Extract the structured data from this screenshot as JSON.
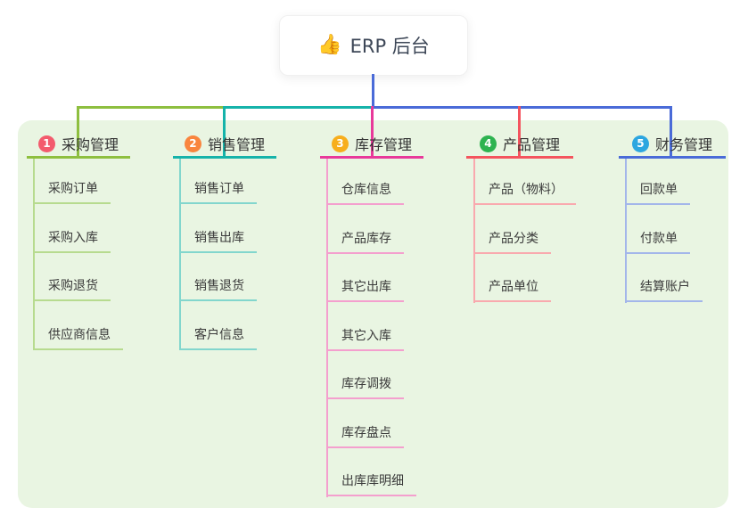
{
  "root": {
    "label": "ERP 后台",
    "icon": "👍",
    "line_color": "#4a6bd8"
  },
  "panel": {
    "background": "#e9f5e2"
  },
  "branches": [
    {
      "badge": "1",
      "badge_color": "#f35b6d",
      "title": "采购管理",
      "line_color": "#8ebf3f",
      "sub_line_color": "#b7db8f",
      "items": [
        "采购订单",
        "采购入库",
        "采购退货",
        "供应商信息"
      ]
    },
    {
      "badge": "2",
      "badge_color": "#f9853e",
      "title": "销售管理",
      "line_color": "#16b3aa",
      "sub_line_color": "#82d6cd",
      "items": [
        "销售订单",
        "销售出库",
        "销售退货",
        "客户信息"
      ]
    },
    {
      "badge": "3",
      "badge_color": "#f7ae1c",
      "title": "库存管理",
      "line_color": "#e8399a",
      "sub_line_color": "#f49fce",
      "items": [
        "仓库信息",
        "产品库存",
        "其它出库",
        "其它入库",
        "库存调拨",
        "库存盘点",
        "出库库明细"
      ]
    },
    {
      "badge": "4",
      "badge_color": "#2eb350",
      "title": "产品管理",
      "line_color": "#f4545e",
      "sub_line_color": "#f9a9ae",
      "items": [
        "产品（物料）",
        "产品分类",
        "产品单位"
      ]
    },
    {
      "badge": "5",
      "badge_color": "#2ca6e0",
      "title": "财务管理",
      "line_color": "#4a6bd8",
      "sub_line_color": "#a3b6ea",
      "items": [
        "回款单",
        "付款单",
        "结算账户"
      ]
    }
  ]
}
